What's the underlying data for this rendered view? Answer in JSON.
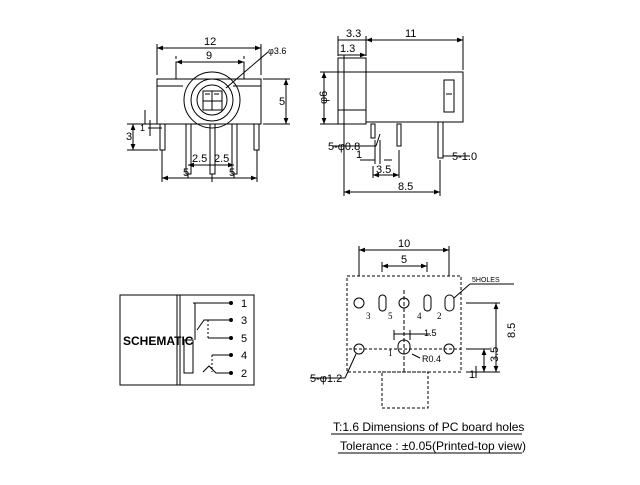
{
  "front_view": {
    "width_overall": "12",
    "width_inner": "9",
    "hole_dia": "φ3.6",
    "height": "5",
    "pin_height": "3",
    "pin_offset": "1",
    "pin_pitch_left": "2.5",
    "pin_pitch_right": "2.5",
    "span_left": "5",
    "span_right": "5"
  },
  "side_view": {
    "front_depth": "3.3",
    "flange": "1.3",
    "body_length": "11",
    "diameter": "φ6",
    "pin_dia": "5-φ0.8",
    "pin_gap": "1",
    "pin_spacing": "3.5",
    "pin_span": "8.5",
    "pin_length": "5-1.0"
  },
  "schematic": {
    "label": "SCHEMATIC",
    "pins": [
      "1",
      "3",
      "5",
      "4",
      "2"
    ]
  },
  "pcb_layout": {
    "width_overall": "10",
    "width_inner": "5",
    "holes_note": "5HOLES",
    "pin_labels": [
      "3",
      "5",
      "4",
      "2"
    ],
    "center_pin": "1",
    "offset": "1.5",
    "radius": "R0.4",
    "height_overall": "8.5",
    "height_lower": "3.5",
    "height_bottom": "1",
    "mount_holes": "5-φ1.2"
  },
  "footer": {
    "line1": "T:1.6 Dimensions of PC board holes",
    "line2": "Tolerance : ±0.05(Printed-top view)"
  }
}
